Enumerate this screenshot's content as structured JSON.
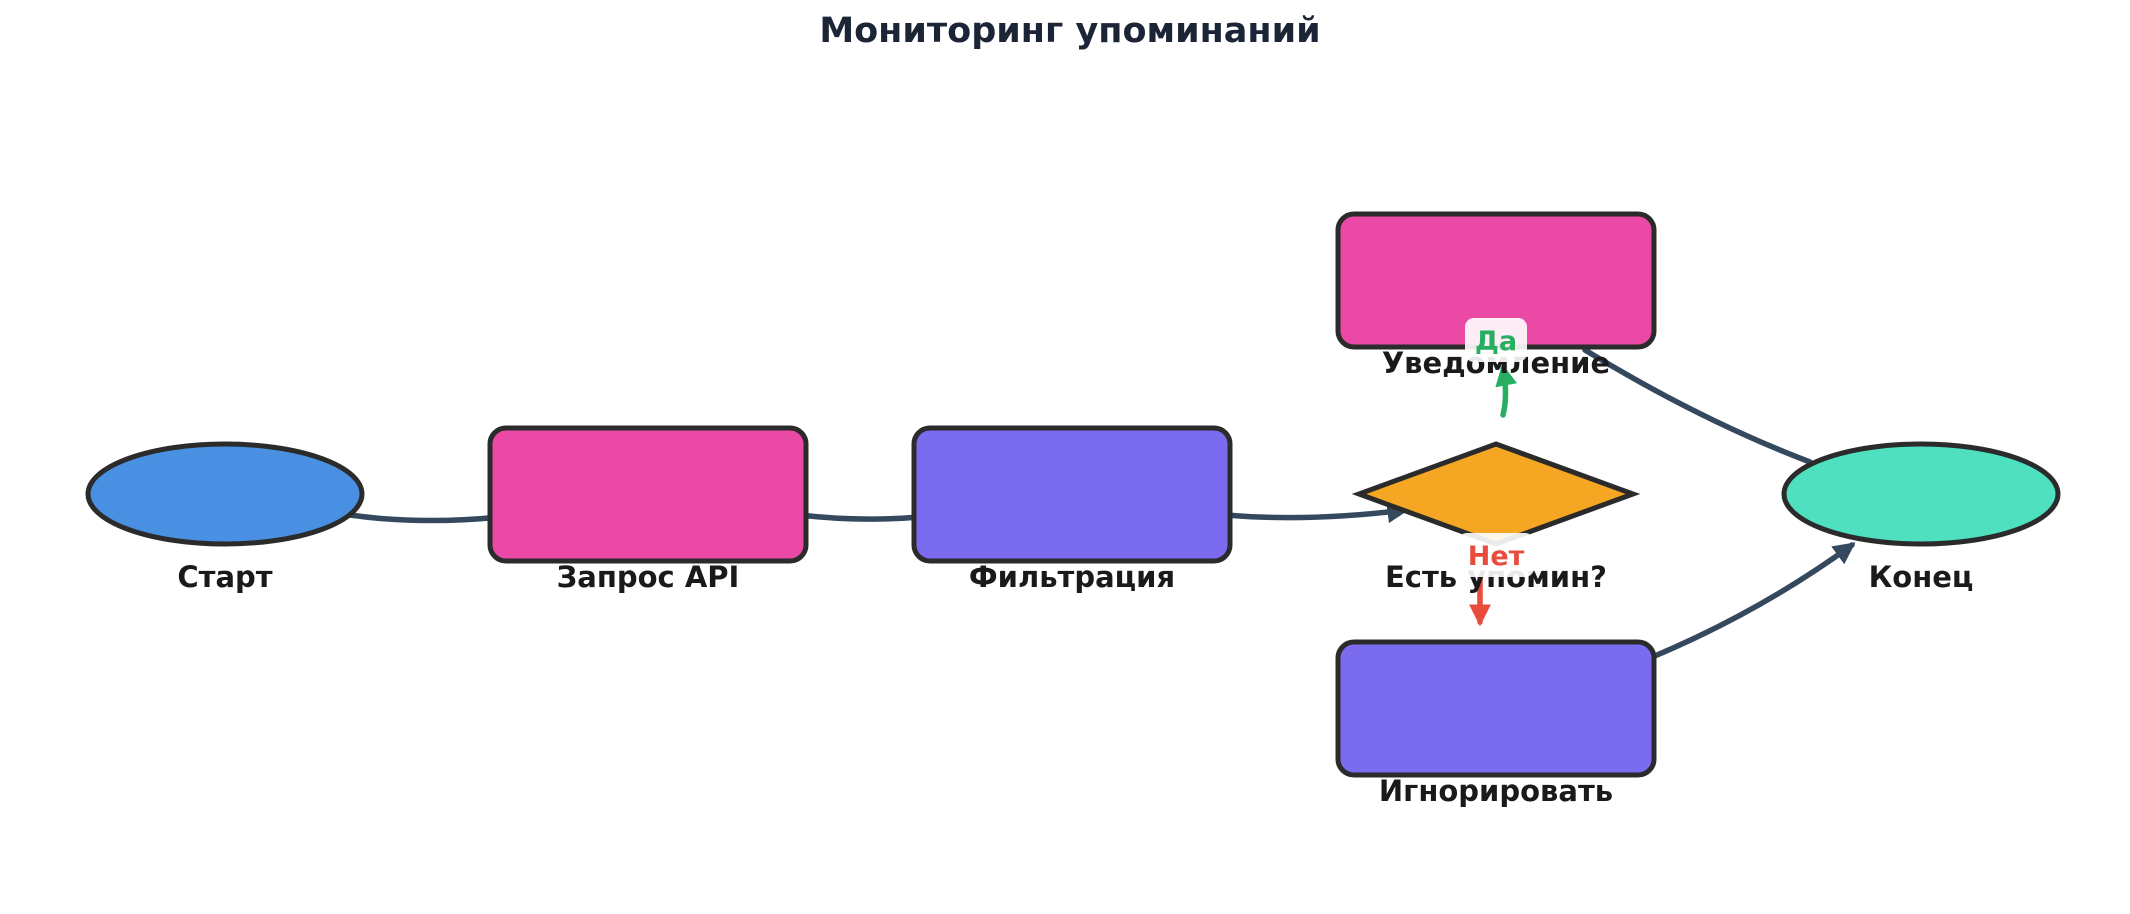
{
  "title": "Мониторинг упоминаний",
  "nodes": {
    "start": {
      "label": "Старт",
      "shape": "ellipse",
      "color": "#4a90e2"
    },
    "api": {
      "label": "Запрос API",
      "shape": "rounded-rect",
      "color": "#ea4aa6"
    },
    "filter": {
      "label": "Фильтрация",
      "shape": "rounded-rect",
      "color": "#7b6bef"
    },
    "check": {
      "label": "Есть упомин?",
      "shape": "diamond",
      "color": "#f5a623"
    },
    "notify": {
      "label": "Уведомление",
      "shape": "rounded-rect",
      "color": "#ea4aa6"
    },
    "ignore": {
      "label": "Игнорировать",
      "shape": "rounded-rect",
      "color": "#7b6bef"
    },
    "end": {
      "label": "Конец",
      "shape": "ellipse",
      "color": "#4fe0c0"
    }
  },
  "edges": {
    "yes_label": "Да",
    "no_label": "Нет"
  },
  "colors": {
    "edge": "#34495e",
    "yes": "#27ae60",
    "no": "#e74c3c",
    "outline": "#2b2b2b",
    "title": "#1b2536"
  }
}
